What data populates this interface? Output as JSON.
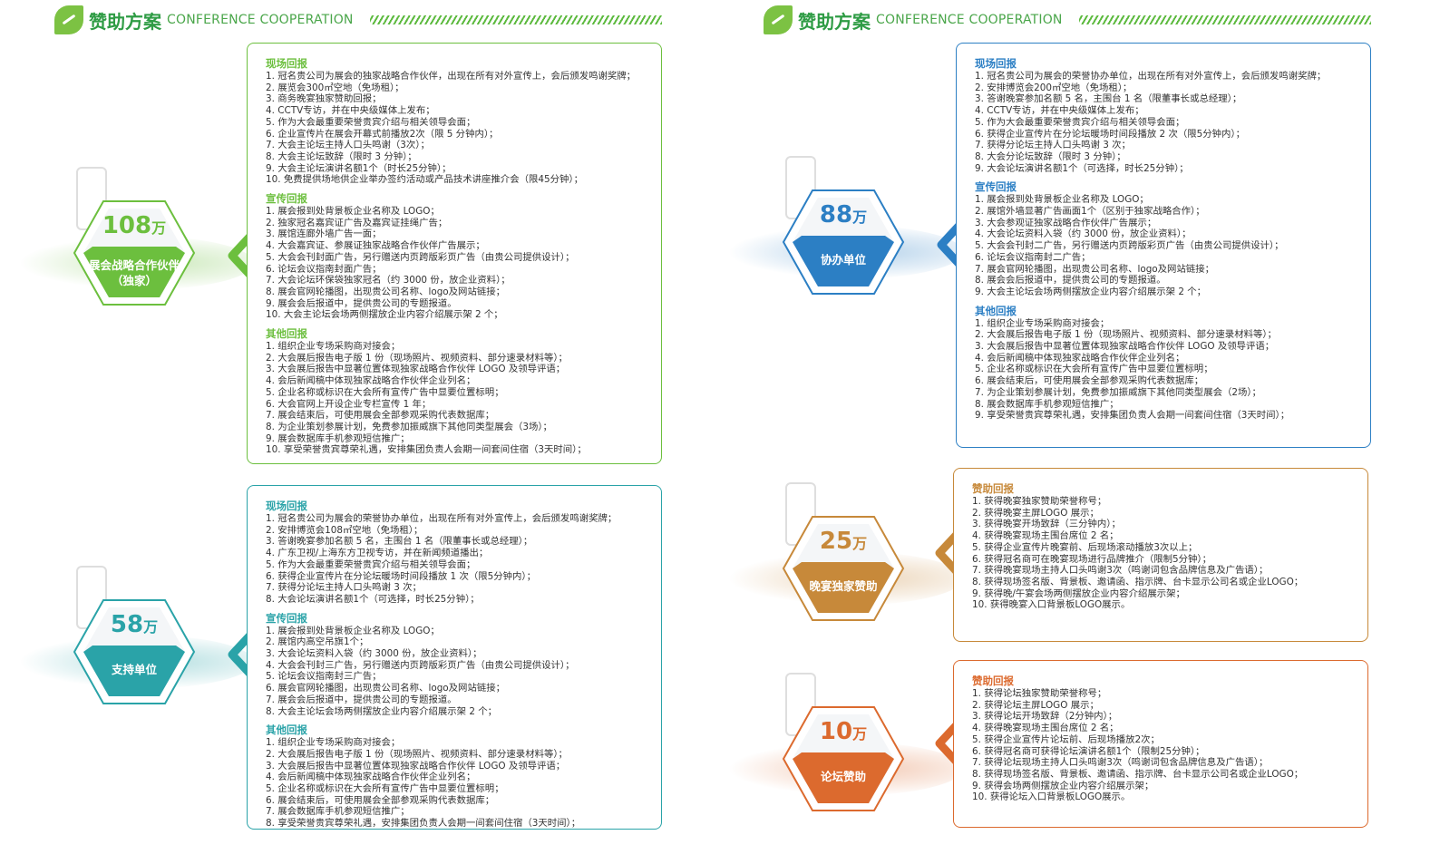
{
  "header": {
    "title_cn": "赞助方案",
    "title_en": "CONFERENCE COOPERATION"
  },
  "unit": "万",
  "packages": [
    {
      "id": "strategic",
      "amount": "108",
      "label_lines": [
        "展会战略合作伙伴",
        "（独家）"
      ],
      "color": "#6cbf3e",
      "sections": [
        {
          "title": "现场回报",
          "items": [
            "1. 冠名贵公司为展会的独家战略合作伙伴，出现在所有对外宣传上，会后颁发鸣谢奖牌；",
            "2. 展览会300㎡空地（免场租）；",
            "3. 商务晚宴独家赞助回报；",
            "4. CCTV专访，并在中央级媒体上发布；",
            "5. 作为大会最重要荣誉贵宾介绍与相关领导会面；",
            "6. 企业宣传片在展会开幕式前播放2次（限 5 分钟内）；",
            "7. 大会主论坛主持人口头鸣谢（3次）；",
            "8. 大会主论坛致辞（限时 3 分钟）；",
            "9. 大会主论坛演讲名额1个（时长25分钟）；",
            "10. 免费提供场地供企业举办签约活动或产品技术讲座推介会（限45分钟）；"
          ]
        },
        {
          "title": "宣传回报",
          "items": [
            "1. 展会报到处背景板企业名称及 LOGO；",
            "2. 独家冠名嘉宾证广告及嘉宾证挂绳广告；",
            "3. 展馆连廊外墙广告一面；",
            "4. 大会嘉宾证、参展证独家战略合作伙伴广告展示；",
            "5. 大会会刊封面广告，另行赠送内页跨版彩页广告（由贵公司提供设计）；",
            "6. 论坛会议指南封面广告；",
            "7. 大会论坛环保袋独家冠名（约 3000 份，放企业资料）；",
            "8. 展会官网轮播图，出现贵公司名称、logo及网站链接；",
            "9. 展会会后报道中，提供贵公司的专题报道。",
            "10. 大会主论坛会场两侧摆放企业内容介绍展示架 2 个；"
          ]
        },
        {
          "title": "其他回报",
          "items": [
            "1. 组织企业专场采购商对接会；",
            "2. 大会展后报告电子版 1 份（现场照片、视频资料、部分速录材料等）；",
            "3. 大会展后报告中显著位置体现独家战略合作伙伴 LOGO 及领导评语；",
            "4. 会后新闻稿中体现独家战略合作伙伴企业列名；",
            "5. 企业名称或标识在大会所有宣传广告中显要位置标明；",
            "6. 大会官网上开设企业专栏宣传 1 年；",
            "7. 展会结束后，可使用展会全部参观采购代表数据库；",
            "8. 为企业策划参展计划，免费参加振威旗下其他同类型展会（3场）；",
            "9. 展会数据库手机参观短信推广；",
            "10. 享受荣誉贵宾尊荣礼遇，安排集团负责人会期一间套间住宿（3天时间）；"
          ]
        }
      ]
    },
    {
      "id": "support",
      "amount": "58",
      "label_lines": [
        "支持单位"
      ],
      "color": "#2aa3a8",
      "sections": [
        {
          "title": "现场回报",
          "items": [
            "1. 冠名贵公司为展会的荣誉协办单位，出现在所有对外宣传上，会后颁发鸣谢奖牌；",
            "2. 安排博览会108㎡空地（免场租）；",
            "3. 答谢晚宴参加名额 5 名，主围台 1 名（限董事长或总经理）；",
            "4. 广东卫视/上海东方卫视专访，并在新闻频道播出；",
            "5. 作为大会最重要荣誉贵宾介绍与相关领导会面；",
            "6. 获得企业宣传片在分论坛暖场时间段播放 1 次（限5分钟内）；",
            "7. 获得分论坛主持人口头鸣谢 3 次；",
            "8. 大会论坛演讲名额1个（可选择，时长25分钟）；"
          ]
        },
        {
          "title": "宣传回报",
          "items": [
            "1. 展会报到处背景板企业名称及 LOGO；",
            "2. 展馆内高空吊旗1个；",
            "3. 大会论坛资料入袋（约 3000 份，放企业资料）；",
            "4. 大会会刊封三广告，另行赠送内页跨版彩页广告（由贵公司提供设计）；",
            "5. 论坛会议指南封三广告；",
            "6. 展会官网轮播图，出现贵公司名称、logo及网站链接；",
            "7. 展会会后报道中，提供贵公司的专题报道。",
            "8. 大会主论坛会场两侧摆放企业内容介绍展示架 2 个；"
          ]
        },
        {
          "title": "其他回报",
          "items": [
            "1. 组织企业专场采购商对接会；",
            "2. 大会展后报告电子版 1 份（现场照片、视频资料、部分速录材料等）；",
            "3. 大会展后报告中显著位置体现独家战略合作伙伴 LOGO 及领导评语；",
            "4. 会后新闻稿中体现独家战略合作伙伴企业列名；",
            "5. 企业名称或标识在大会所有宣传广告中显要位置标明；",
            "6. 展会结束后，可使用展会全部参观采购代表数据库；",
            "7. 展会数据库手机参观短信推广；",
            "8. 享受荣誉贵宾尊荣礼遇，安排集团负责人会期一间套间住宿（3天时间）；"
          ]
        }
      ]
    },
    {
      "id": "co-organizer",
      "amount": "88",
      "label_lines": [
        "协办单位"
      ],
      "color": "#2c7fc4",
      "sections": [
        {
          "title": "现场回报",
          "items": [
            "1. 冠名贵公司为展会的荣誉协办单位，出现在所有对外宣传上，会后颁发鸣谢奖牌；",
            "2. 安排博览会200㎡空地（免场租）；",
            "3. 答谢晚宴参加名额 5 名，主围台 1 名（限董事长或总经理）；",
            "4. CCTV专访，并在中央级媒体上发布；",
            "5. 作为大会最重要荣誉贵宾介绍与相关领导会面；",
            "6. 获得企业宣传片在分论坛暖场时间段播放 2 次（限5分钟内）；",
            "7. 获得分论坛主持人口头鸣谢 3 次；",
            "8. 大会分论坛致辞（限时 3 分钟）；",
            "9. 大会论坛演讲名额1个（可选择，时长25分钟）；"
          ]
        },
        {
          "title": "宣传回报",
          "items": [
            "1. 展会报到处背景板企业名称及 LOGO；",
            "2. 展馆外墙显著广告画面1个（区别于独家战略合作）；",
            "3. 大会参观证独家战略合作伙伴广告展示；",
            "4. 大会论坛资料入袋（约 3000 份，放企业资料）；",
            "5. 大会会刊封二广告，另行赠送内页跨版彩页广告（由贵公司提供设计）；",
            "6. 论坛会议指南封二广告；",
            "7. 展会官网轮播图，出现贵公司名称、logo及网站链接；",
            "8. 展会会后报道中，提供贵公司的专题报道。",
            "9. 大会主论坛会场两侧摆放企业内容介绍展示架 2 个；"
          ]
        },
        {
          "title": "其他回报",
          "items": [
            "1. 组织企业专场采购商对接会；",
            "2. 大会展后报告电子版 1 份（现场照片、视频资料、部分速录材料等）；",
            "3. 大会展后报告中显著位置体现独家战略合作伙伴 LOGO 及领导评语；",
            "4. 会后新闻稿中体现独家战略合作伙伴企业列名；",
            "5. 企业名称或标识在大会所有宣传广告中显要位置标明；",
            "6. 展会结束后，可使用展会全部参观采购代表数据库；",
            "7. 为企业策划参展计划，免费参加振威旗下其他同类型展会（2场）；",
            "8. 展会数据库手机参观短信推广；",
            "9. 享受荣誉贵宾尊荣礼遇，安排集团负责人会期一间套间住宿（3天时间）；"
          ]
        }
      ]
    },
    {
      "id": "banquet",
      "amount": "25",
      "label_lines": [
        "晚宴独家赞助"
      ],
      "color": "#c7893a",
      "sections": [
        {
          "title": "赞助回报",
          "items": [
            "1. 获得晚宴独家赞助荣誉称号；",
            "2. 获得晚宴主屏LOGO 展示；",
            "3. 获得晚宴开场致辞（三分钟内）；",
            "4. 获得晚宴现场主围台席位 2 名；",
            "5. 获得企业宣传片晚宴前、后现场滚动播放3次以上；",
            "6. 获得冠名商可在晚宴现场进行品牌推介（限制5分钟）；",
            "7. 获得晚宴现场主持人口头鸣谢3次（鸣谢词包含品牌信息及广告语）；",
            "8. 获得现场签名版、背景板、邀请函、指示牌、台卡显示公司名或企业LOGO；",
            "9. 获得晚/午宴会场两侧摆放企业内容介绍展示架；",
            "10. 获得晚宴入口背景板LOGO展示。"
          ]
        }
      ]
    },
    {
      "id": "forum",
      "amount": "10",
      "label_lines": [
        "论坛赞助"
      ],
      "color": "#dc6a2e",
      "sections": [
        {
          "title": "赞助回报",
          "items": [
            "1. 获得论坛独家赞助荣誉称号；",
            "2. 获得论坛主屏LOGO 展示；",
            "3. 获得论坛开场致辞（2分钟内）；",
            "4. 获得晚宴现场主围台席位 2 名；",
            "5. 获得企业宣传片论坛前、后现场播放2次；",
            "6. 获得冠名商可获得论坛演讲名额1个（限制25分钟）；",
            "7. 获得论坛现场主持人口头鸣谢3次（鸣谢词包含品牌信息及广告语）；",
            "8. 获得现场签名版、背景板、邀请函、指示牌、台卡显示公司名或企业LOGO；",
            "9. 获得会场两侧摆放企业内容介绍展示架；",
            "10. 获得论坛入口背景板LOGO展示。"
          ]
        }
      ]
    }
  ]
}
